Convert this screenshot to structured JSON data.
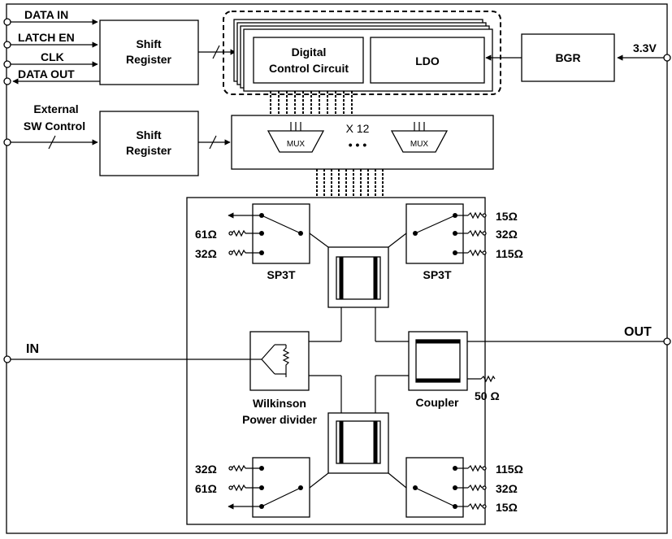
{
  "pins": {
    "data_in": "DATA IN",
    "latch_en": "LATCH EN",
    "clk": "CLK",
    "data_out": "DATA OUT",
    "external_sw_control": [
      "External",
      "SW Control"
    ],
    "supply": "3.3V",
    "in": "IN",
    "out": "OUT"
  },
  "blocks": {
    "shift_register_top": [
      "Shift",
      "Register"
    ],
    "shift_register_bottom": [
      "Shift",
      "Register"
    ],
    "digital_control": [
      "Digital",
      "Control Circuit"
    ],
    "ldo": "LDO",
    "bgr": "BGR",
    "mux_left": "MUX",
    "mux_right": "MUX",
    "mux_count": "X 12",
    "mux_dots": "• • •",
    "wilkinson": [
      "Wilkinson",
      "Power divider"
    ],
    "coupler": "Coupler",
    "coupler_load": "50 Ω",
    "sp3t_top_left": "SP3T",
    "sp3t_top_right": "SP3T"
  },
  "loads": {
    "top_left": [
      "61Ω",
      "32Ω"
    ],
    "top_right": [
      "15Ω",
      "32Ω",
      "115Ω"
    ],
    "bottom_left": [
      "32Ω",
      "61Ω"
    ],
    "bottom_right": [
      "115Ω",
      "32Ω",
      "15Ω"
    ]
  }
}
